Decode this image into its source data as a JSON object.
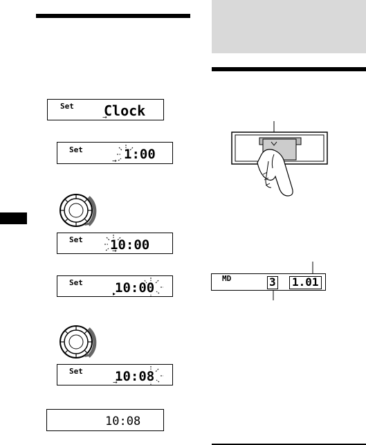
{
  "displays": {
    "d1": {
      "label": "Set",
      "text": "Clock"
    },
    "d2": {
      "label": "Set",
      "text": "1:00"
    },
    "d3": {
      "label": "Set",
      "text": "10:00"
    },
    "d4": {
      "label": "Set",
      "text": "10:00"
    },
    "d5": {
      "label": "Set",
      "text": "10:08"
    },
    "d6": {
      "label": "",
      "text": "10:08"
    },
    "md": {
      "label": "MD",
      "track": "3",
      "time": "1.01"
    }
  },
  "icons": {
    "dial": "rotary-dial-icon",
    "insert": "md-insert-illustration",
    "blink": "blink-rays-icon"
  },
  "colors": {
    "ink": "#000000",
    "panel": "#d9d9d9",
    "paper": "#ffffff"
  }
}
